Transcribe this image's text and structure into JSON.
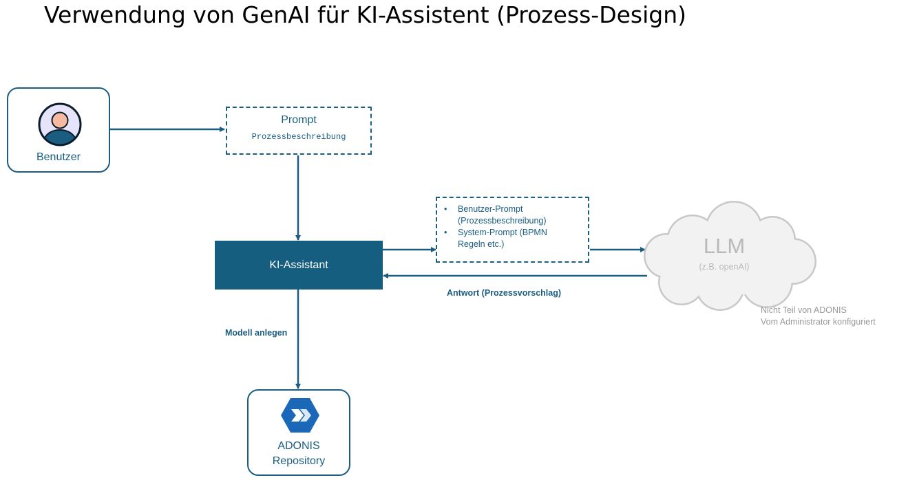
{
  "title": "Verwendung von GenAI für KI-Assistent (Prozess-Design)",
  "nodes": {
    "user": {
      "label": "Benutzer",
      "icon": "user-avatar-icon"
    },
    "prompt": {
      "title": "Prompt",
      "subtitle": "Prozessbeschreibung"
    },
    "assistant": {
      "label": "KI-Assistant"
    },
    "payload": {
      "items": [
        {
          "line1": "Benutzer-Prompt",
          "line2": "(Prozessbeschreibung)"
        },
        {
          "line1": "System-Prompt (BPMN",
          "line2": "Regeln etc.)"
        }
      ]
    },
    "llm": {
      "label": "LLM",
      "subtitle": "(z.B. openAI)",
      "note_line1": "Nicht Teil von ADONIS",
      "note_line2": "Vom Administrator konfiguriert",
      "icon": "cloud-icon"
    },
    "repository": {
      "line1": "ADONIS",
      "line2": "Repository",
      "icon": "adonis-logo-icon"
    }
  },
  "edges": {
    "answer_label": "Antwort (Prozessvorschlag)",
    "create_model_label": "Modell anlegen"
  },
  "colors": {
    "primary": "#155e80",
    "cloud_fill": "#f2f2f2",
    "cloud_stroke": "#c8c8c8",
    "muted_text": "#9a9a9a",
    "avatar_face": "#f7b9a0",
    "avatar_bg": "#e6e4fa",
    "logo_blue": "#1b68b9"
  }
}
